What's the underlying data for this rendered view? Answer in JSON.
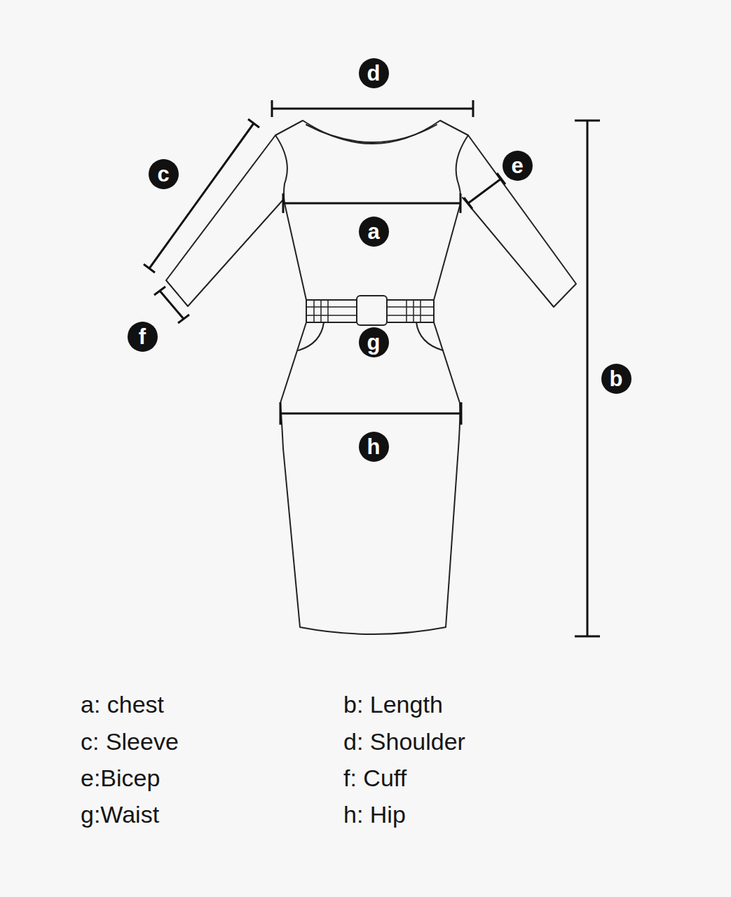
{
  "diagram": {
    "nodes": [
      {
        "text": [
          "d"
        ]
      },
      {
        "text": [
          "e"
        ]
      },
      {
        "text": [
          "c"
        ]
      },
      {
        "text": [
          "a"
        ]
      },
      {
        "text": [
          "f"
        ]
      },
      {
        "text": [
          "g"
        ]
      },
      {
        "text": [
          "b"
        ]
      },
      {
        "text": [
          "h"
        ]
      }
    ],
    "labels": [
      "a: chest",
      "b: Length",
      "c: Sleeve",
      "d: Shoulder",
      "e:Bicep",
      "f: Cuff",
      "g:Waist",
      "h: Hip"
    ]
  }
}
